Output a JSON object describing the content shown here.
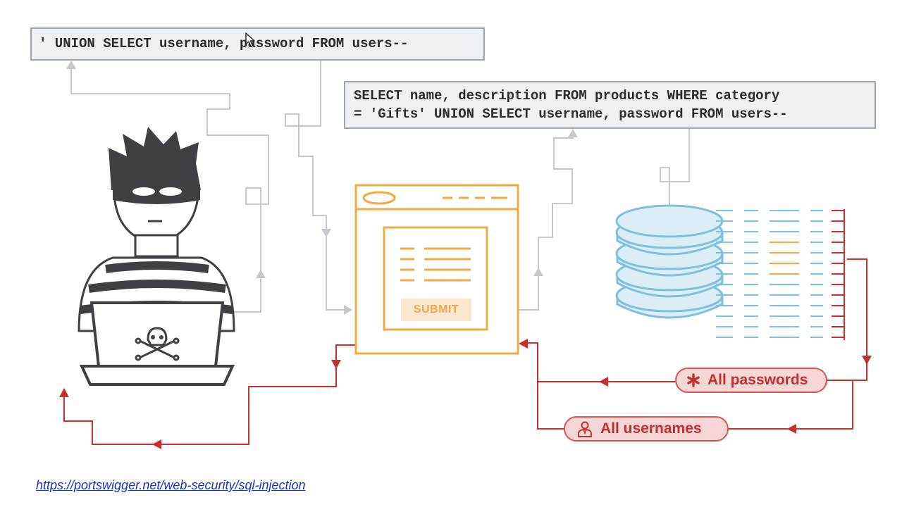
{
  "payload": {
    "text": "' UNION SELECT username, password FROM users--"
  },
  "query": {
    "line1": "SELECT name, description FROM products WHERE category",
    "line2": "= 'Gifts' UNION SELECT username, password FROM users--"
  },
  "form": {
    "submit_label": "SUBMIT"
  },
  "results": {
    "passwords_label": "All passwords",
    "usernames_label": "All usernames"
  },
  "source": {
    "url": "https://portswigger.net/web-security/sql-injection"
  },
  "icons": {
    "attacker": "hacker-icon",
    "skull": "skull-crossbones-icon",
    "database": "database-icon",
    "browser": "browser-window-icon",
    "passwords": "asterisk-icon",
    "usernames": "user-icon",
    "cursor": "mouse-pointer-icon"
  },
  "colors": {
    "request_flow": "#c0c4c8",
    "response_flow": "#c9302c",
    "form": "#f0a943",
    "database": "#7fbfe0",
    "highlight_rows": "#f0a943",
    "pill_fill": "#f6d7d6"
  }
}
